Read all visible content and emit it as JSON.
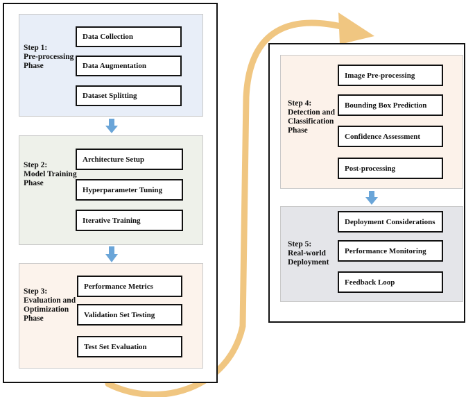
{
  "colors": {
    "phase1_bg": "#e8eef8",
    "phase2_bg": "#eef1ea",
    "phase3_bg": "#fcf3ec",
    "phase4_bg": "#fcf2ea",
    "phase5_bg": "#e4e5e9",
    "arrow_blue": "#6aa5d8",
    "connector": "#f0c681"
  },
  "phases": [
    {
      "label": "Step 1:\nPre-processing\nPhase",
      "steps": [
        "Data Collection",
        "Data Augmentation",
        "Dataset Splitting"
      ]
    },
    {
      "label": "Step 2:\nModel Training\nPhase",
      "steps": [
        "Architecture Setup",
        "Hyperparameter Tuning",
        "Iterative Training"
      ]
    },
    {
      "label": "Step 3:\nEvaluation and\nOptimization\nPhase",
      "steps": [
        "Performance Metrics",
        "Validation Set Testing",
        "Test Set Evaluation"
      ]
    },
    {
      "label": "Step 4:\nDetection and\nClassification\nPhase",
      "steps": [
        "Image Pre-processing",
        "Bounding Box Prediction",
        "Confidence Assessment",
        "Post-processing"
      ]
    },
    {
      "label": "Step 5:\nReal-world\nDeployment",
      "steps": [
        "Deployment Considerations",
        "Performance Monitoring",
        "Feedback Loop"
      ]
    }
  ]
}
